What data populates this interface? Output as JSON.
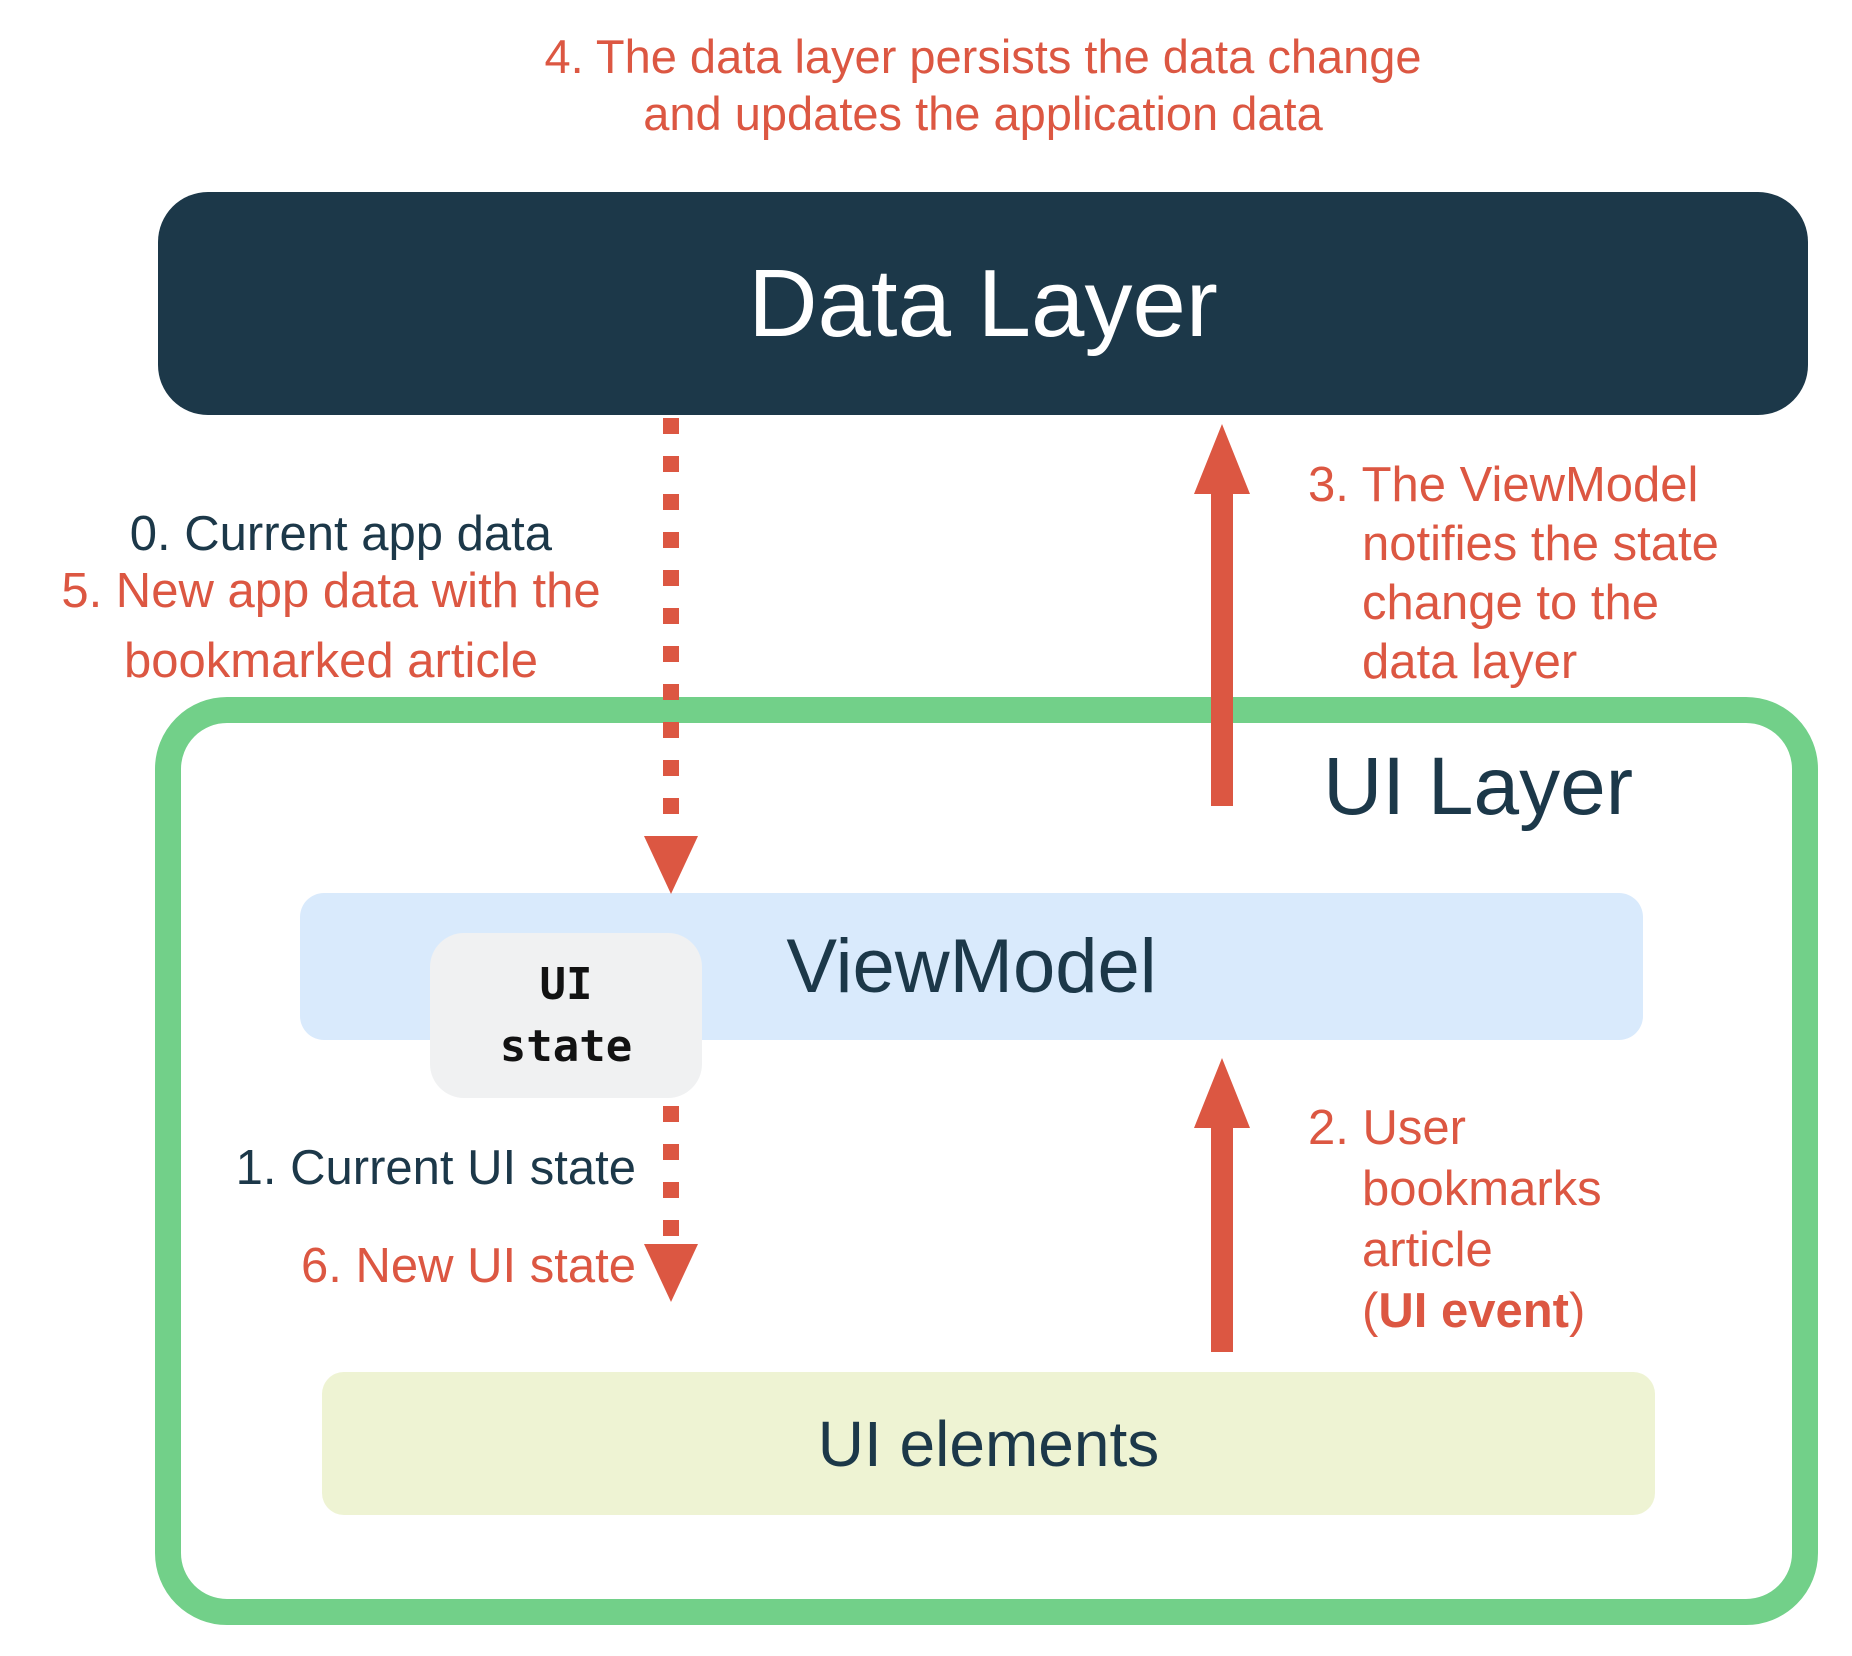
{
  "colors": {
    "navy": "#1c3849",
    "red_orange": "#dc5742",
    "green_border": "#72d089",
    "viewmodel_fill": "#d9eafc",
    "ui_elements_fill": "#eef3d3",
    "ui_state_fill": "#f0f1f2",
    "data_layer_text": "#ffffff"
  },
  "boxes": {
    "data_layer": {
      "label": "Data Layer"
    },
    "ui_layer": {
      "label": "UI Layer"
    },
    "viewmodel": {
      "label": "ViewModel"
    },
    "ui_state": {
      "line1": "UI",
      "line2": "state"
    },
    "ui_elements": {
      "label": "UI elements"
    }
  },
  "annotations": {
    "step4": {
      "line1": "4. The data layer persists the data change",
      "line2": "and updates the application data"
    },
    "step0": {
      "text": "0. Current app data"
    },
    "step5": {
      "line1": "5. New app data with the",
      "line2": "bookmarked article"
    },
    "step3": {
      "line1": "3. The ViewModel",
      "line2": "notifies the state",
      "line3": "change to the",
      "line4": "data layer"
    },
    "step1": {
      "text": "1. Current UI state"
    },
    "step6": {
      "text": "6. New UI state"
    },
    "step2": {
      "line1": "2. User",
      "line2": "bookmarks",
      "line3": "article",
      "paren_open": "(",
      "event_bold": "UI event",
      "paren_close": ")"
    }
  }
}
